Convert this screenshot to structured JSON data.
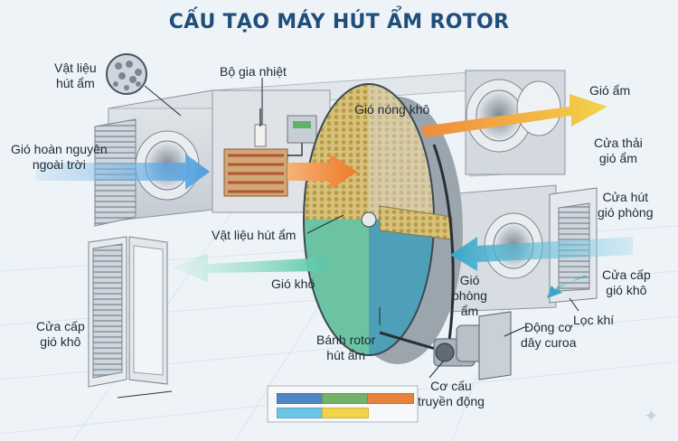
{
  "title": "CẤU TẠO MÁY HÚT ẨM ROTOR",
  "labels": {
    "absorbent_top_1": "Vật liệu",
    "absorbent_top_2": "hút ẩm",
    "heater": "Bộ gia nhiệt",
    "hot_dry_air": "Gió nóng khô",
    "humid_air": "Gió ẩm",
    "exhaust_1": "Cửa thải",
    "exhaust_2": "gió ẩm",
    "outdoor_regen_1": "Gió hoàn nguyên",
    "outdoor_regen_2": "ngoài trời",
    "room_intake_1": "Cửa hút",
    "room_intake_2": "gió phòng",
    "absorbent_mid": "Vật liệu hút ẩm",
    "dry_air": "Gió khô",
    "room_air_1": "Gió",
    "room_air_2": "phòng",
    "room_air_3": "ẩm",
    "supply_right_1": "Cửa cấp",
    "supply_right_2": "gió khô",
    "filter": "Lọc khí",
    "supply_left_1": "Cửa cấp",
    "supply_left_2": "gió khô",
    "rotor_1": "Bánh rotor",
    "rotor_2": "hút ẩm",
    "motor_1": "Động cơ",
    "motor_2": "dây curoa",
    "drive_1": "Cơ cấu",
    "drive_2": "truyền động"
  },
  "colors": {
    "blue": "#4f86c6",
    "green": "#74b26a",
    "orange": "#e8823a",
    "cyan": "#6cc4e6",
    "yellow": "#f3d34a",
    "title": "#1f4e79"
  },
  "legend": [
    {
      "color": "#4f86c6"
    },
    {
      "color": "#74b26a"
    },
    {
      "color": "#e8823a"
    },
    {
      "color": "#6cc4e6"
    },
    {
      "color": "#f3d34a"
    }
  ]
}
